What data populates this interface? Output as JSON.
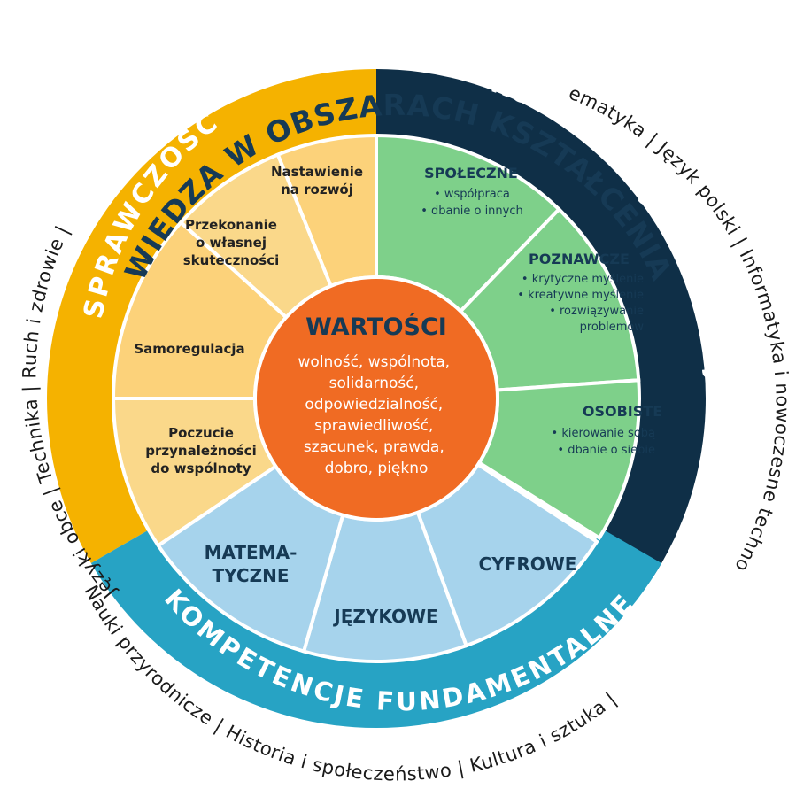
{
  "title": "WIEDZA W OBSZARACH KSZTAŁCENIA",
  "subjects_left": "Języki obce | Technika | Ruch i zdrowie |",
  "subjects_right": "| Matematyka | Język polski | Informatyka i nowoczesne technologie",
  "subjects_bottom": "Nauki przyrodnicze | Historia i społeczeństwo | Kultura i sztuka |",
  "ring_left_title": "SPRAWCZOŚĆ",
  "ring_right_title": "KOMPETENCJE PRZEKROJOWE",
  "ring_bottom_title": "KOMPETENCJE FUNDAMENTALNE",
  "core": {
    "title": "WARTOŚCI",
    "lines": [
      "wolność, wspólnota,",
      "solidarność,",
      "odpowiedzialność,",
      "sprawiedliwość,",
      "szacunek, prawda,",
      "dobro, piękno"
    ]
  },
  "sprawczosc": [
    {
      "lines": [
        "Nastawienie",
        "na rozwój"
      ]
    },
    {
      "lines": [
        "Przekonanie",
        "o własnej",
        "skuteczności"
      ]
    },
    {
      "lines": [
        "Samoregulacja"
      ]
    },
    {
      "lines": [
        "Poczucie",
        "przynależności",
        "do wspólnoty"
      ]
    }
  ],
  "przekrojowe": [
    {
      "title": "SPOŁECZNE",
      "items": [
        "• współpraca",
        "• dbanie o innych"
      ]
    },
    {
      "title": "POZNAWCZE",
      "items": [
        "• krytyczne myślenie",
        "• kreatywne myślenie",
        "• rozwiązywanie",
        "problemów"
      ]
    },
    {
      "title": "OSOBISTE",
      "items": [
        "• kierowanie sobą",
        "• dbanie o siebie"
      ]
    }
  ],
  "fundamentalne": [
    {
      "lines": [
        "MATEMA-",
        "TYCZNE"
      ]
    },
    {
      "lines": [
        "JĘZYKOWE"
      ]
    },
    {
      "lines": [
        "CYFROWE"
      ]
    }
  ],
  "colors": {
    "yellow_ring": "#f5b200",
    "yellow_light": "#fad88a",
    "yellow_light2": "#fcd27a",
    "navy_ring": "#0f2f47",
    "green_seg": "#7ed08a",
    "blue_ring": "#27a3c4",
    "blue_light": "#a6d3ec",
    "orange_core": "#f06b23"
  }
}
